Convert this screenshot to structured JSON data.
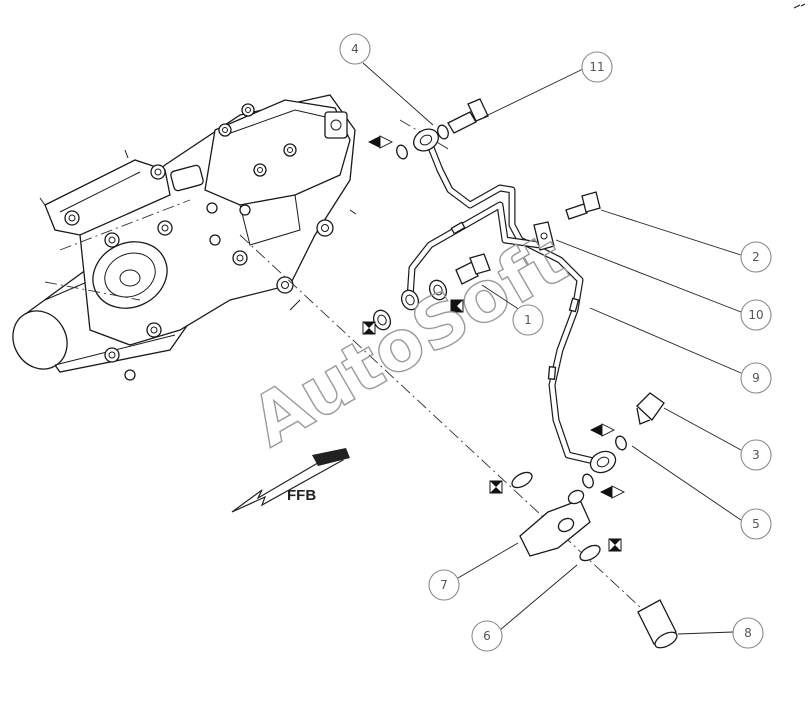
{
  "watermark": "AutoSoft",
  "direction_label": "FFB",
  "callouts": [
    {
      "num": "4"
    },
    {
      "num": "11"
    },
    {
      "num": "2"
    },
    {
      "num": "10"
    },
    {
      "num": "1"
    },
    {
      "num": "9"
    },
    {
      "num": "3"
    },
    {
      "num": "5"
    },
    {
      "num": "7"
    },
    {
      "num": "6"
    },
    {
      "num": "8"
    }
  ]
}
